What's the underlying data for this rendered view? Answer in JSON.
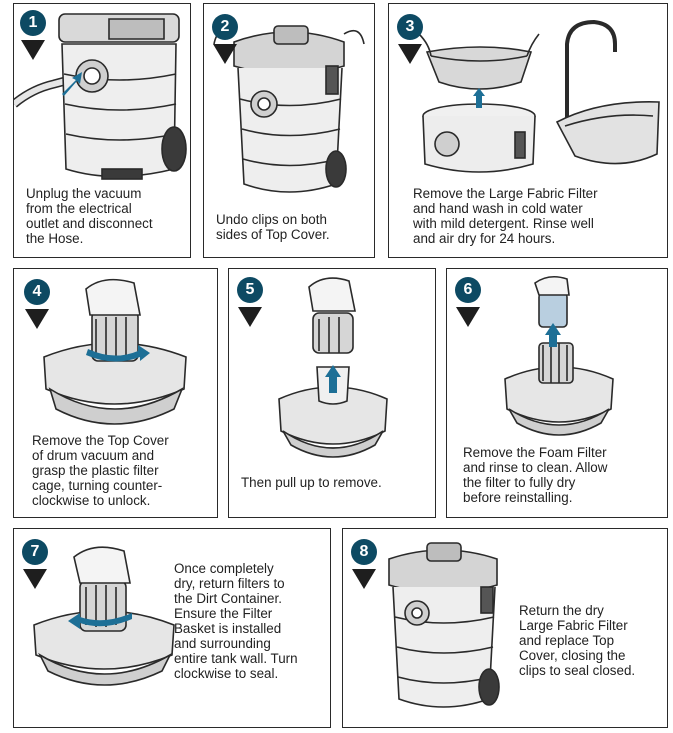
{
  "steps": [
    {
      "number": "1",
      "text": "Unplug the vacuum\nfrom the electrical\noutlet and disconnect\nthe Hose."
    },
    {
      "number": "2",
      "text": "Undo clips on both\nsides of Top Cover."
    },
    {
      "number": "3",
      "text": "Remove the Large Fabric Filter\nand hand wash in cold water\nwith mild detergent. Rinse well\nand air dry for 24 hours."
    },
    {
      "number": "4",
      "text": "Remove the Top Cover\nof drum vacuum and\ngrasp the plastic filter\ncage, turning counter-\nclockwise to unlock."
    },
    {
      "number": "5",
      "text": "Then pull up to remove."
    },
    {
      "number": "6",
      "text": "Remove the Foam Filter\nand rinse to clean. Allow\nthe filter to fully dry\nbefore reinstalling."
    },
    {
      "number": "7",
      "text": "Once completely\ndry, return filters to\nthe Dirt Container.\nEnsure the Filter\nBasket is installed\nand surrounding\nentire tank wall. Turn\nclockwise to seal."
    },
    {
      "number": "8",
      "text": "Return the dry\nLarge Fabric Filter\nand replace Top\nCover, closing the\nclips to seal closed."
    }
  ],
  "colors": {
    "badge": "#0d4a63",
    "arrow": "#1d6f96",
    "line": "#2a2a2a"
  }
}
